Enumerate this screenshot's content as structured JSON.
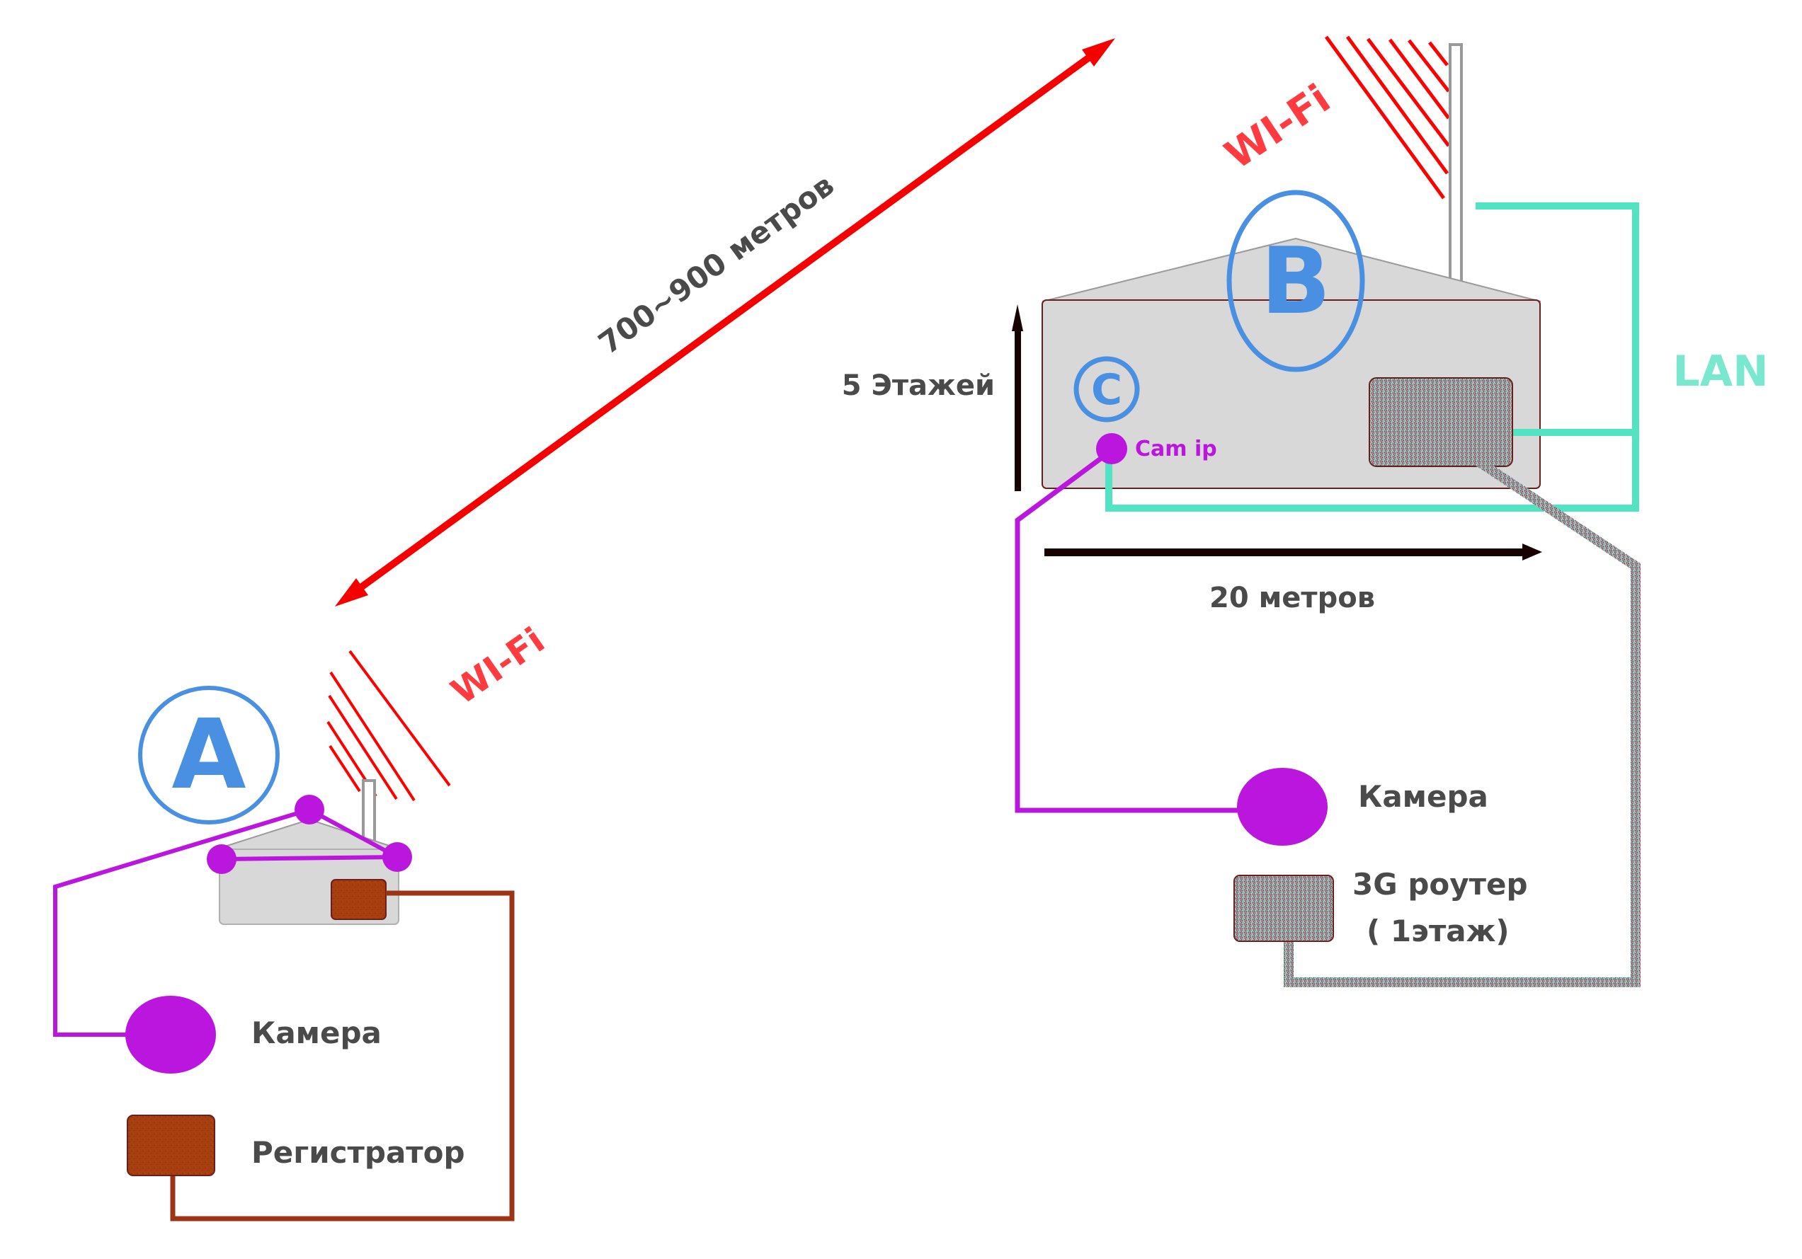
{
  "colors": {
    "wifi_red": "#ff0000",
    "wifi_label": "#ff3b3f",
    "camera_purple": "#bb16de",
    "lan_teal": "#52e3c2",
    "lan_label": "#7ae8cf",
    "recorder_brown": "#a33a12",
    "cable_brown": "#9b3516",
    "building_gray": "#d8d8d8",
    "site_letter_blue": "#4a90e2",
    "dimension_arrow": "#170202",
    "label_text": "#4a4a4a"
  },
  "link": {
    "distance_label": "700~900 метров"
  },
  "site_a": {
    "letter": "A",
    "wifi_label": "WI-Fi",
    "camera_label": "Камера",
    "recorder_label": "Регистратор"
  },
  "site_b": {
    "letter": "B",
    "wifi_label": "WI-Fi",
    "lan_label": "LAN",
    "floors_label": "5 Этажей",
    "width_label": "20 метров",
    "camera_label": "Камера",
    "router_label_line1": "3G роутер",
    "router_label_line2": "( 1этаж)"
  },
  "site_c": {
    "letter": "C",
    "cam_ip_label": "Cam ip"
  }
}
